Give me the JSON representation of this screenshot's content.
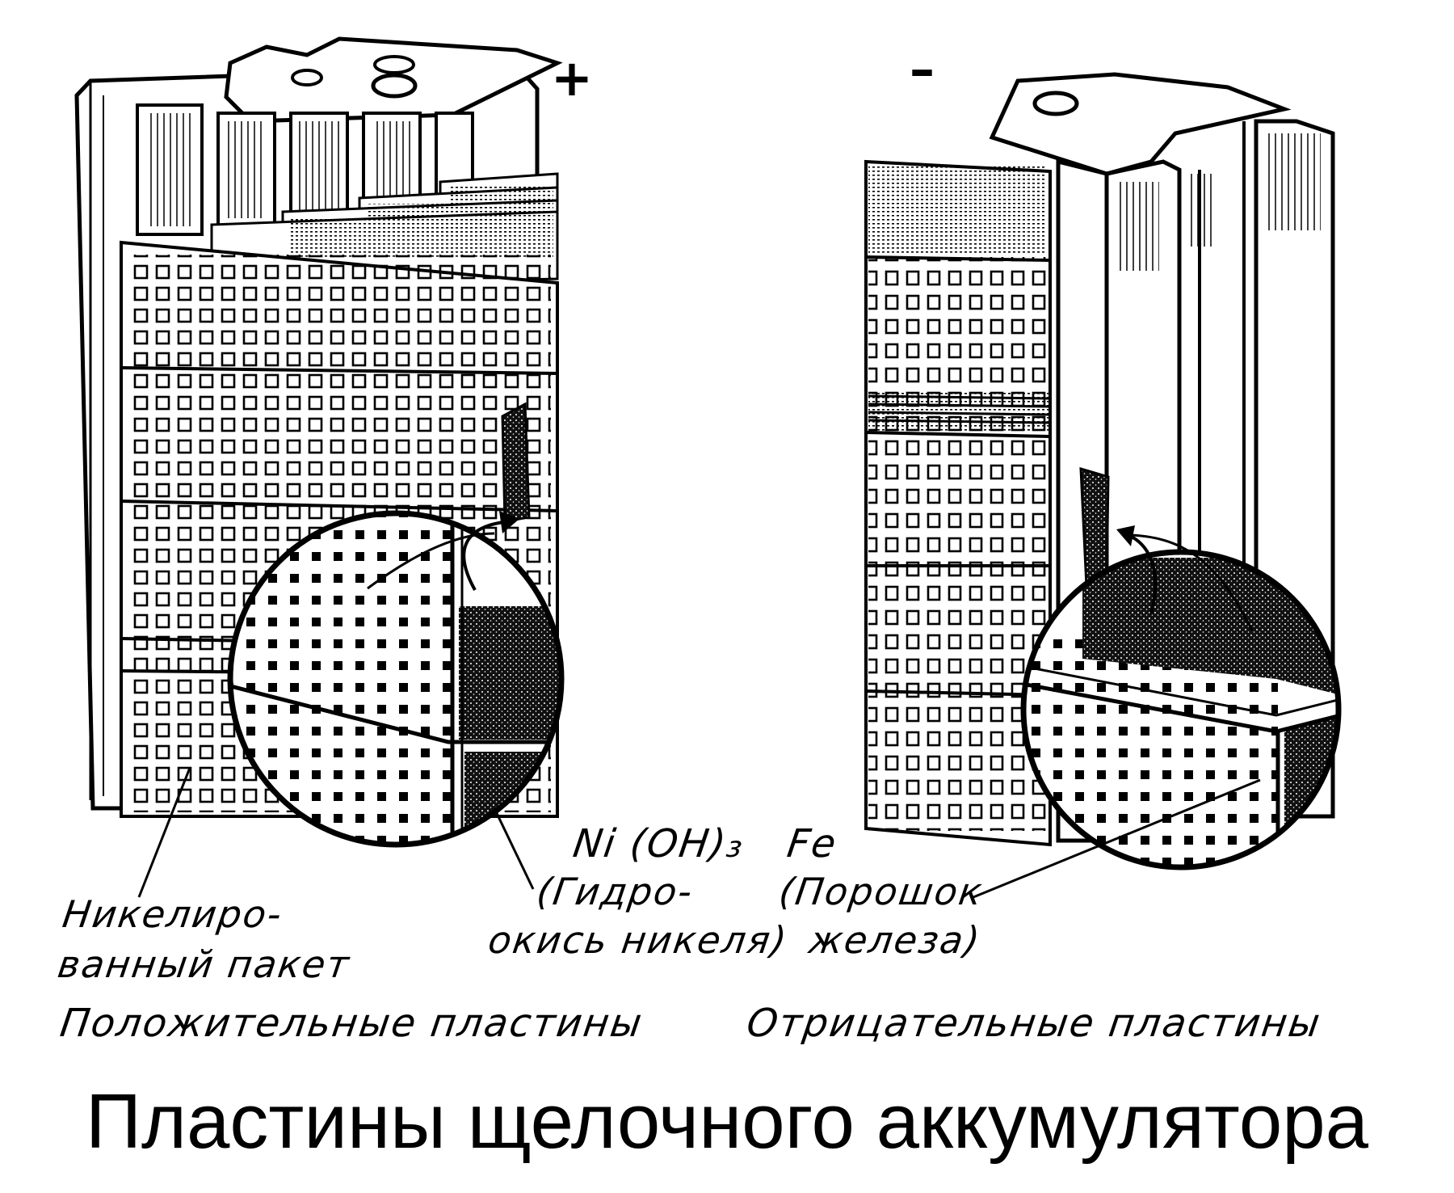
{
  "figure": {
    "positive": {
      "sign": "+",
      "label_packet": [
        "Никелиро-",
        "ванный пакет"
      ],
      "label_material": [
        "Ni (OH)₃",
        "(Гидро-",
        "окись никеля)"
      ],
      "caption": "Положительные пластины"
    },
    "negative": {
      "sign": "–",
      "label_material": [
        "Fe",
        "(Порошок",
        "железа)"
      ],
      "caption": "Отрицательные пластины"
    },
    "title": "Пластины щелочного аккумулятора"
  }
}
